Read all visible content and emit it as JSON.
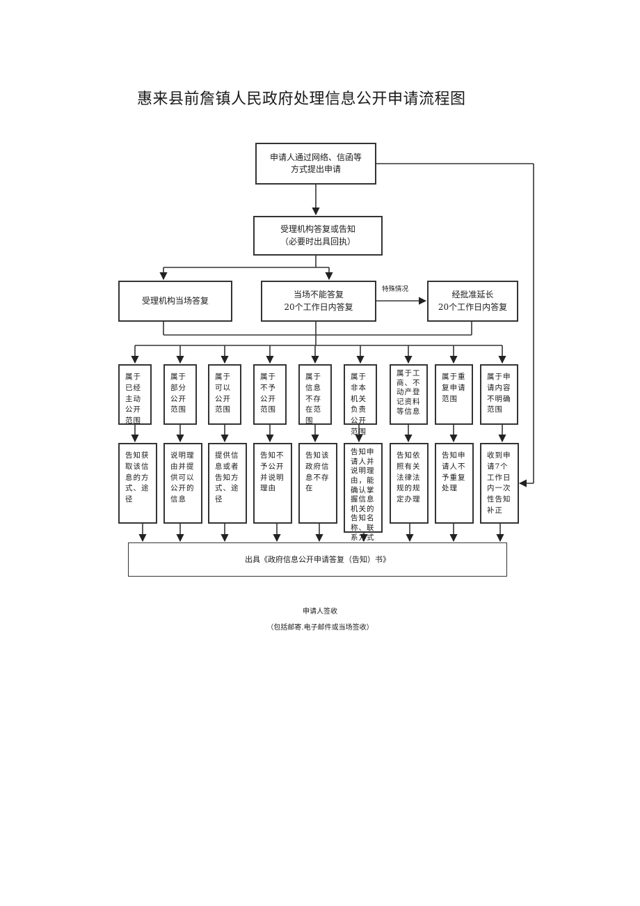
{
  "title": "惠来县前詹镇人民政府处理信息公开申请流程图",
  "nodes": {
    "apply": "申请人通过网络、信函等\n方式提出申请",
    "accept": "受理机构答复或告知\n（必要时出具回执）",
    "on_site": "受理机构当场答复",
    "cannot": "当场不能答复\n20个工作日内答复",
    "special_label": "特殊情况",
    "extend": "经批准延长\n20个工作日内答复",
    "output": "出具《政府信息公开申请答复（告知）书》"
  },
  "categories": [
    "属于已经主动公开范围",
    "属于部分公开范围",
    "属于可以公开范围",
    "属于不予公开范围",
    "属于信息不存在范围",
    "属于非本机关负责公开范围",
    "属于工商、不动产登记资料等信息",
    "属于重复申请范围",
    "属于申请内容不明确范围"
  ],
  "responses": [
    "告知获取该信息的方式、途径",
    "说明理由并提供可以公开的信息",
    "提供信息或者告知方式、途径",
    "告知不予公开并说明理由",
    "告知该政府信息不存在",
    "告知申请人并说明理由，能确认掌握信息机关的告知名称、联系方式",
    "告知依照有关法律法规的规定办理",
    "告知申请人不予重复处理",
    "收到申请7个工作日内一次性告知补正"
  ],
  "footer": {
    "sign": "申请人签收",
    "sign_note": "（包括邮寄.电子邮件或当场签收）"
  }
}
